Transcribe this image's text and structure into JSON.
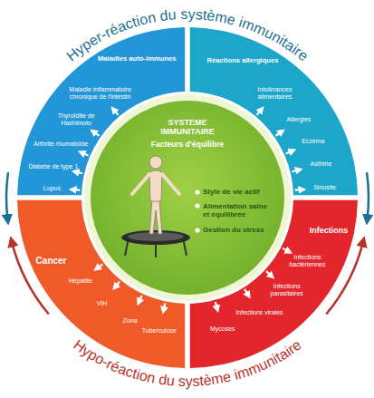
{
  "diagram": {
    "nodes": [
      {
        "text": [
          "Maladies auto-immunes",
          "Maladie inflammatoire chronique de l'intestin",
          "Thyroïdite de Hashimoto",
          "Arthrite rhumatoïde",
          "Diabète de type 1",
          "Lupus"
        ]
      },
      {
        "text": [
          "Réactions allergiques",
          "Intolérances alimentaires",
          "Allergies",
          "Eczéma",
          "Asthme",
          "Sinusite"
        ]
      },
      {
        "text": [
          "SYSTEME IMMUNITAIRE",
          "Facteurs d'équilibre",
          "Style de vie actif",
          "Alimentation saine et équilibrée",
          "Gestion du stress"
        ]
      },
      {
        "text": [
          "Cancer",
          "Hépatite",
          "VIH",
          "Zona",
          "Tuberculose"
        ]
      },
      {
        "text": [
          "Infections",
          "Infections bactériennes",
          "Infections parasitaires",
          "Infections virales",
          "Mycoses"
        ]
      }
    ],
    "labels": [
      "Hyper-réaction du système immunitaire",
      "Hypo-réaction du système immunitaire"
    ]
  }
}
